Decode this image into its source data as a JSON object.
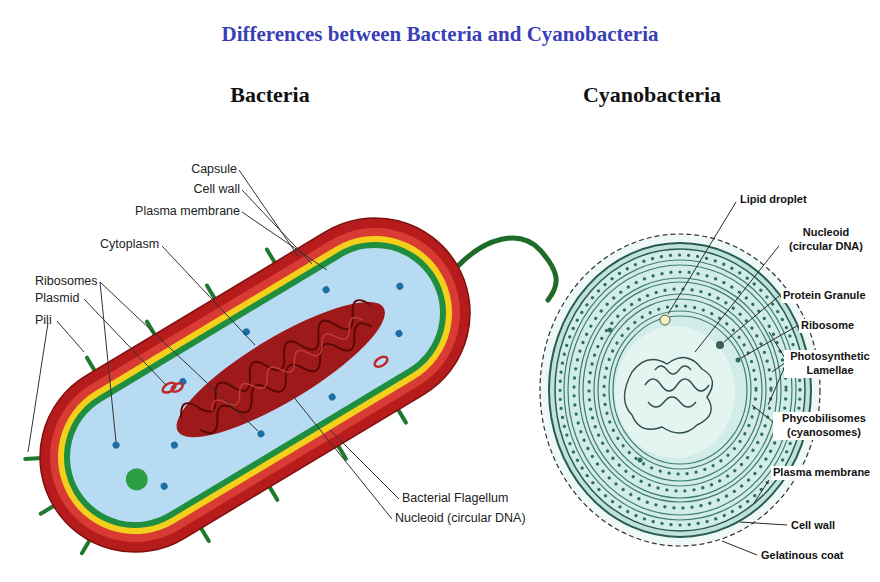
{
  "diagram": {
    "title": "Differences between Bacteria and Cyanobacteria",
    "labels": [
      "Bacteria",
      "Cyanobacteria",
      "Capsule",
      "Cell wall",
      "Plasma membrane",
      "Cytoplasm",
      "Ribosomes",
      "Plasmid",
      "Pili",
      "Bacterial Flagellum",
      "Nucleoid (circular DNA)",
      "Lipid droplet",
      "Nucleoid (circular DNA)",
      "Protein Granule",
      "Ribosome",
      "Photosynthetic Lamellae",
      "Phycobilisomes (cyanosomes)",
      "Plasma membrane",
      "Cell wall",
      "Gelatinous coat"
    ]
  }
}
